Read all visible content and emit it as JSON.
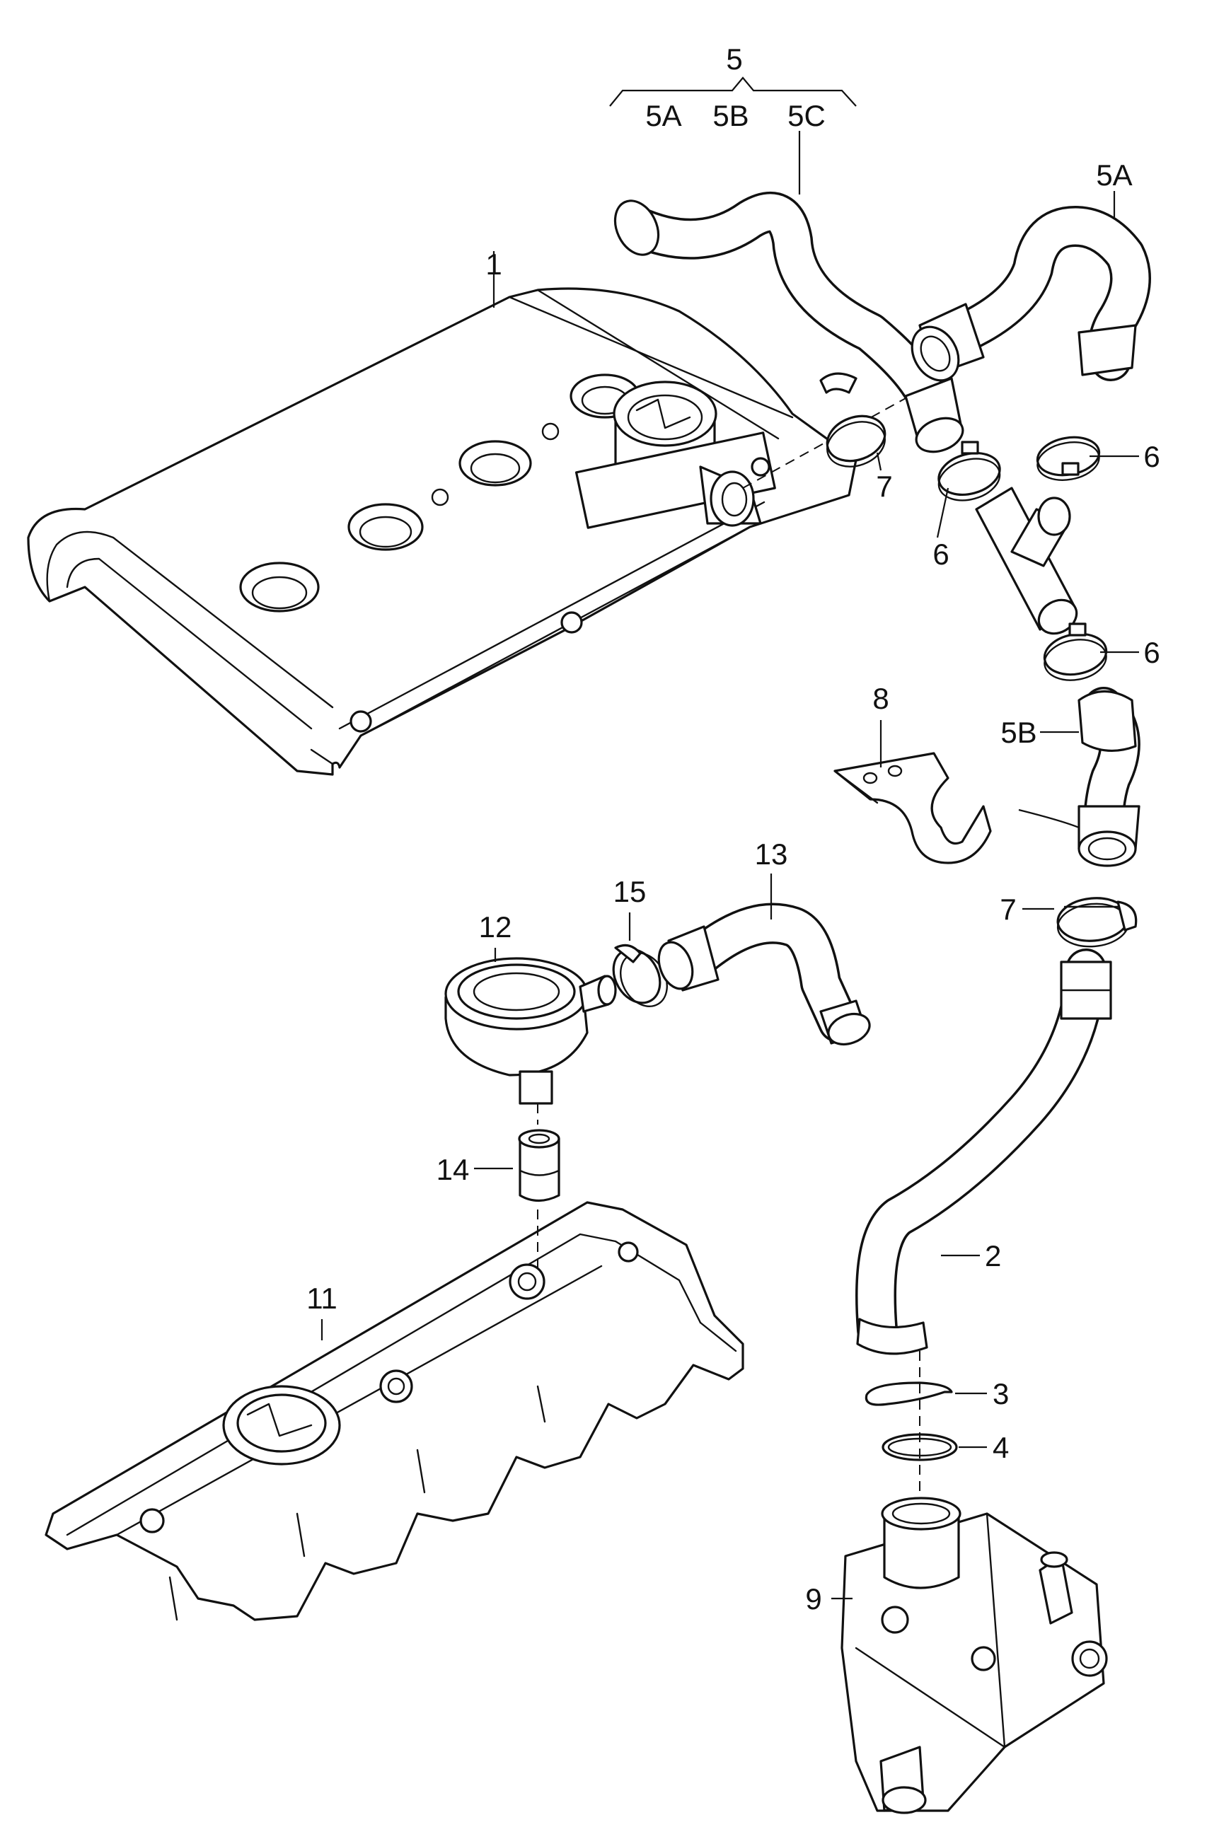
{
  "diagram": {
    "group_label": "5",
    "labels": {
      "p1": "1",
      "p2": "2",
      "p3": "3",
      "p4": "4",
      "p5a_top": "5A",
      "p5b_top": "5B",
      "p5c_top": "5C",
      "p5a_side": "5A",
      "p5b_side": "5B",
      "p6_upper_right": "6",
      "p6_left": "6",
      "p6_lower_right": "6",
      "p7_upper": "7",
      "p7_lower": "7",
      "p8": "8",
      "p9": "9",
      "p11": "11",
      "p12": "12",
      "p13": "13",
      "p14": "14",
      "p15": "15"
    }
  }
}
